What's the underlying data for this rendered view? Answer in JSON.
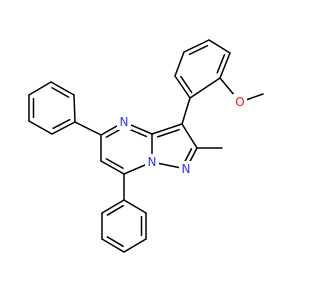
{
  "structure": {
    "colors": {
      "bond": "#000000",
      "nitrogen": "#3333ff",
      "oxygen": "#ff0d0d",
      "background": "#ffffff"
    },
    "atom_labels": {
      "n4": "N",
      "n7a": "N",
      "n1": "N",
      "o_methoxy": "O"
    }
  }
}
